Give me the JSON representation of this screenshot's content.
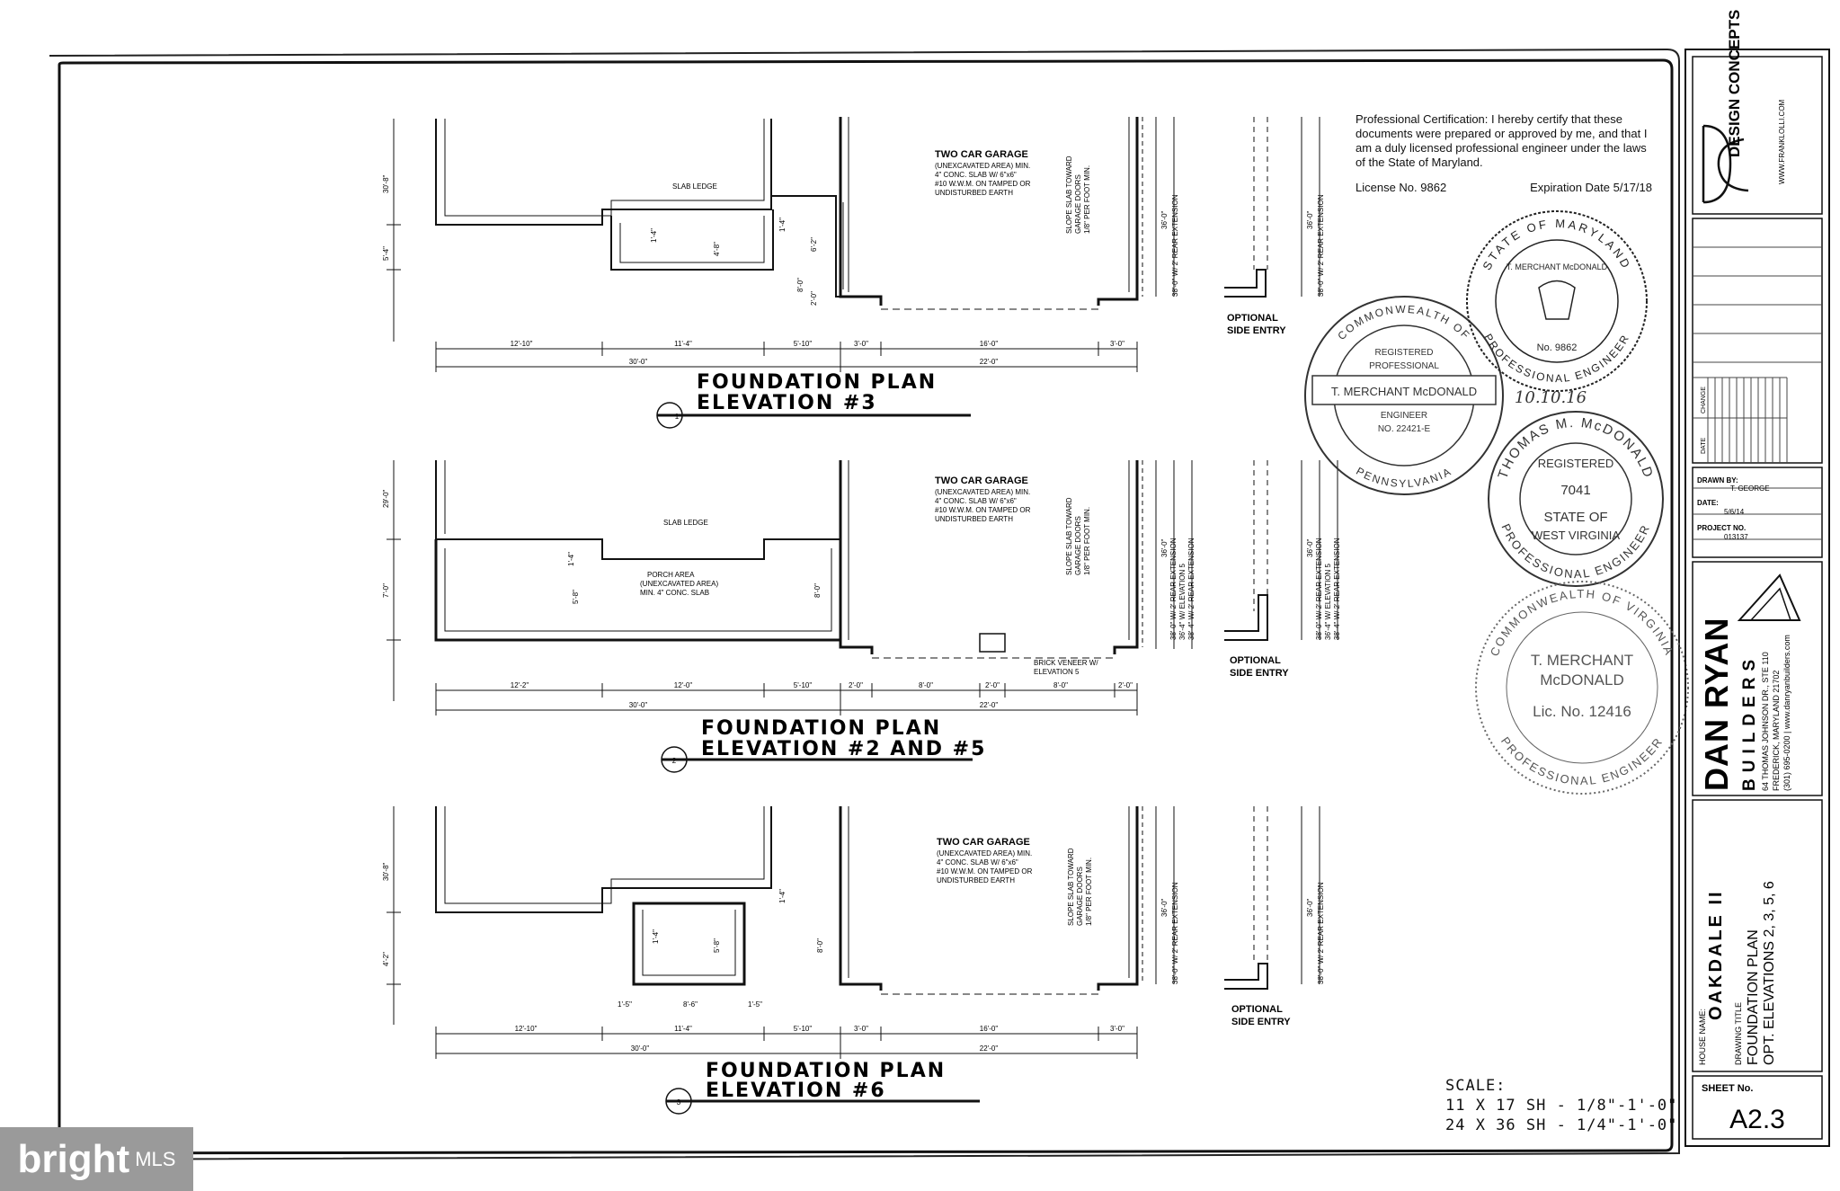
{
  "certification": {
    "statement": "Professional Certification:  I hereby certify that these documents were prepared or approved by me, and that I am a duly licensed professional engineer under the laws of the State of Maryland.",
    "license": "License No. 9862",
    "expiration": "Expiration Date 5/17/18"
  },
  "plans": [
    {
      "number": "1",
      "title_line1": "FOUNDATION PLAN",
      "title_line2": "ELEVATION #3",
      "garage_title": "TWO CAR GARAGE",
      "garage_note": [
        "(UNEXCAVATED AREA) MIN.",
        "4\" CONC. SLAB W/ 6\"x6\"",
        "#10 W.W.M. ON TAMPED OR",
        "UNDISTURBED EARTH"
      ],
      "slope_note": [
        "SLOPE SLAB TOWARD",
        "GARAGE DOORS",
        "1/8\" PER FOOT MIN."
      ],
      "ledge_label": "SLAB LEDGE",
      "left_dims": [
        "30'-8\"",
        "5'-4\""
      ],
      "inner_dims": [
        "1'-4\"",
        "4'-8\"",
        "1'-4\"",
        "6'-2\"",
        "8'-0\"",
        "2'-0\""
      ],
      "right_dims": [
        "36'-0\"",
        "38'-0\" W/ 2' REAR EXTENSION",
        "36'-0\"",
        "38'-0\" W/ 2' REAR EXTENSION"
      ],
      "bottom_row1": [
        "12'-10\"",
        "11'-4\"",
        "5'-10\"",
        "3'-0\"",
        "16'-0\"",
        "3'-0\""
      ],
      "bottom_row2": [
        "30'-0\"",
        "22'-0\""
      ],
      "optional": [
        "OPTIONAL",
        "SIDE ENTRY"
      ]
    },
    {
      "number": "2",
      "title_line1": "FOUNDATION PLAN",
      "title_line2": "ELEVATION #2 AND #5",
      "garage_title": "TWO CAR GARAGE",
      "garage_note": [
        "(UNEXCAVATED AREA) MIN.",
        "4\" CONC. SLAB W/ 6\"x6\"",
        "#10 W.W.M. ON TAMPED OR",
        "UNDISTURBED EARTH"
      ],
      "slope_note": [
        "SLOPE SLAB TOWARD",
        "GARAGE DOORS",
        "1/8\" PER FOOT MIN."
      ],
      "ledge_label": "SLAB LEDGE",
      "porch_note": [
        "PORCH AREA",
        "(UNEXCAVATED AREA)",
        "MIN. 4\" CONC. SLAB"
      ],
      "brick_note": [
        "BRICK VENEER W/",
        "ELEVATION 5"
      ],
      "left_dims": [
        "29'-0\"",
        "7'-0\""
      ],
      "inner_dims": [
        "1'-4\"",
        "5'-8\"",
        "8'-0\""
      ],
      "right_dims": [
        "36'-0\"",
        "38'-0\" W/ 2' REAR EXTENSION",
        "36'-4\" W/ ELEVATION 5",
        "38'-4\" W/ 2' REAR EXTENSION",
        "36'-0\"",
        "38'-0\" W/ 2' REAR EXTENSION",
        "36'-4\" W/ ELEVATION 5",
        "38'-4\" W/ 2' REAR EXTENSION"
      ],
      "bottom_row1": [
        "12'-2\"",
        "12'-0\"",
        "5'-10\"",
        "2'-0\"",
        "8'-0\"",
        "2'-0\"",
        "8'-0\"",
        "2'-0\""
      ],
      "bottom_row2": [
        "30'-0\"",
        "22'-0\""
      ],
      "optional": [
        "OPTIONAL",
        "SIDE ENTRY"
      ]
    },
    {
      "number": "3",
      "title_line1": "FOUNDATION PLAN",
      "title_line2": "ELEVATION #6",
      "garage_title": "TWO CAR GARAGE",
      "garage_note": [
        "(UNEXCAVATED AREA) MIN.",
        "4\" CONC. SLAB W/ 6\"x6\"",
        "#10 W.W.M. ON TAMPED OR",
        "UNDISTURBED EARTH"
      ],
      "slope_note": [
        "SLOPE SLAB TOWARD",
        "GARAGE DOORS",
        "1/8\" PER FOOT MIN."
      ],
      "left_dims": [
        "30'-8\"",
        "4'-2\""
      ],
      "inner_dims": [
        "1'-4\"",
        "5'-8\"",
        "1'-4\"",
        "8'-0\""
      ],
      "inner_bottom": [
        "1'-5\"",
        "8'-6\"",
        "1'-5\""
      ],
      "right_dims": [
        "36'-0\"",
        "38'-0\" W/ 2' REAR EXTENSION",
        "36'-0\"",
        "38'-0\" W/ 2' REAR EXTENSION"
      ],
      "bottom_row1": [
        "12'-10\"",
        "11'-4\"",
        "5'-10\"",
        "3'-0\"",
        "16'-0\"",
        "3'-0\""
      ],
      "bottom_row2": [
        "30'-0\"",
        "22'-0\""
      ],
      "optional": [
        "OPTIONAL",
        "SIDE ENTRY"
      ]
    }
  ],
  "seals": {
    "pennsylvania": {
      "ring_top": "COMMONWEALTH OF",
      "ring_bottom": "PENNSYLVANIA",
      "registered": "REGISTERED",
      "professional": "PROFESSIONAL",
      "name": "T. MERCHANT McDONALD",
      "engineer": "ENGINEER",
      "number": "NO. 22421-E"
    },
    "maryland": {
      "ring_top": "STATE OF MARYLAND",
      "ring_bottom": "PROFESSIONAL ENGINEER",
      "name": "T. MERCHANT McDONALD",
      "number": "No. 9862",
      "signature_date": "10.10.16"
    },
    "west_virginia": {
      "ring_top": "THOMAS M. McDONALD",
      "ring_bottom": "PROFESSIONAL ENGINEER",
      "registered": "REGISTERED",
      "number": "7041",
      "state_of": "STATE OF",
      "state": "WEST VIRGINIA"
    },
    "virginia": {
      "ring_top": "COMMONWEALTH OF VIRGINIA",
      "ring_bottom": "PROFESSIONAL ENGINEER",
      "name1": "T. MERCHANT",
      "name2": "McDONALD",
      "lic": "Lic. No. 12416"
    }
  },
  "scale": {
    "label": "SCALE:",
    "line1": "11 X 17 SH - 1/8\"-1'-0\"",
    "line2": "24 X 36 SH - 1/4\"-1'-0\""
  },
  "title_block": {
    "firm": "DESIGN CONCEPTS",
    "firm_url": "WWW.FRANKLOLLI.COM",
    "change_header": "CHANGE",
    "date_header": "DATE",
    "drawn_by_label": "DRAWN BY:",
    "drawn_by": "T. GEORGE",
    "date_label": "DATE:",
    "date": "5/6/14",
    "project_label": "PROJECT NO.",
    "project": "013137",
    "builder": "DAN RYAN",
    "builder_sub": "BUILDERS",
    "builder_address1": "64 THOMAS JOHNSON DR., STE 110",
    "builder_address2": "FREDERICK, MARYLAND 21702",
    "builder_contact": "(301) 695-0200 | www.danryanbuilders.com",
    "house_name_label": "HOUSE NAME:",
    "house_name": "OAKDALE II",
    "drawing_title_label": "DRAWING TITLE",
    "drawing_title1": "FOUNDATION PLAN",
    "drawing_title2": "OPT. ELEVATIONS 2, 3, 5, 6",
    "sheet_label": "SHEET No.",
    "sheet": "A2.3"
  },
  "watermark": {
    "brand": "bright",
    "suffix": "MLS"
  }
}
